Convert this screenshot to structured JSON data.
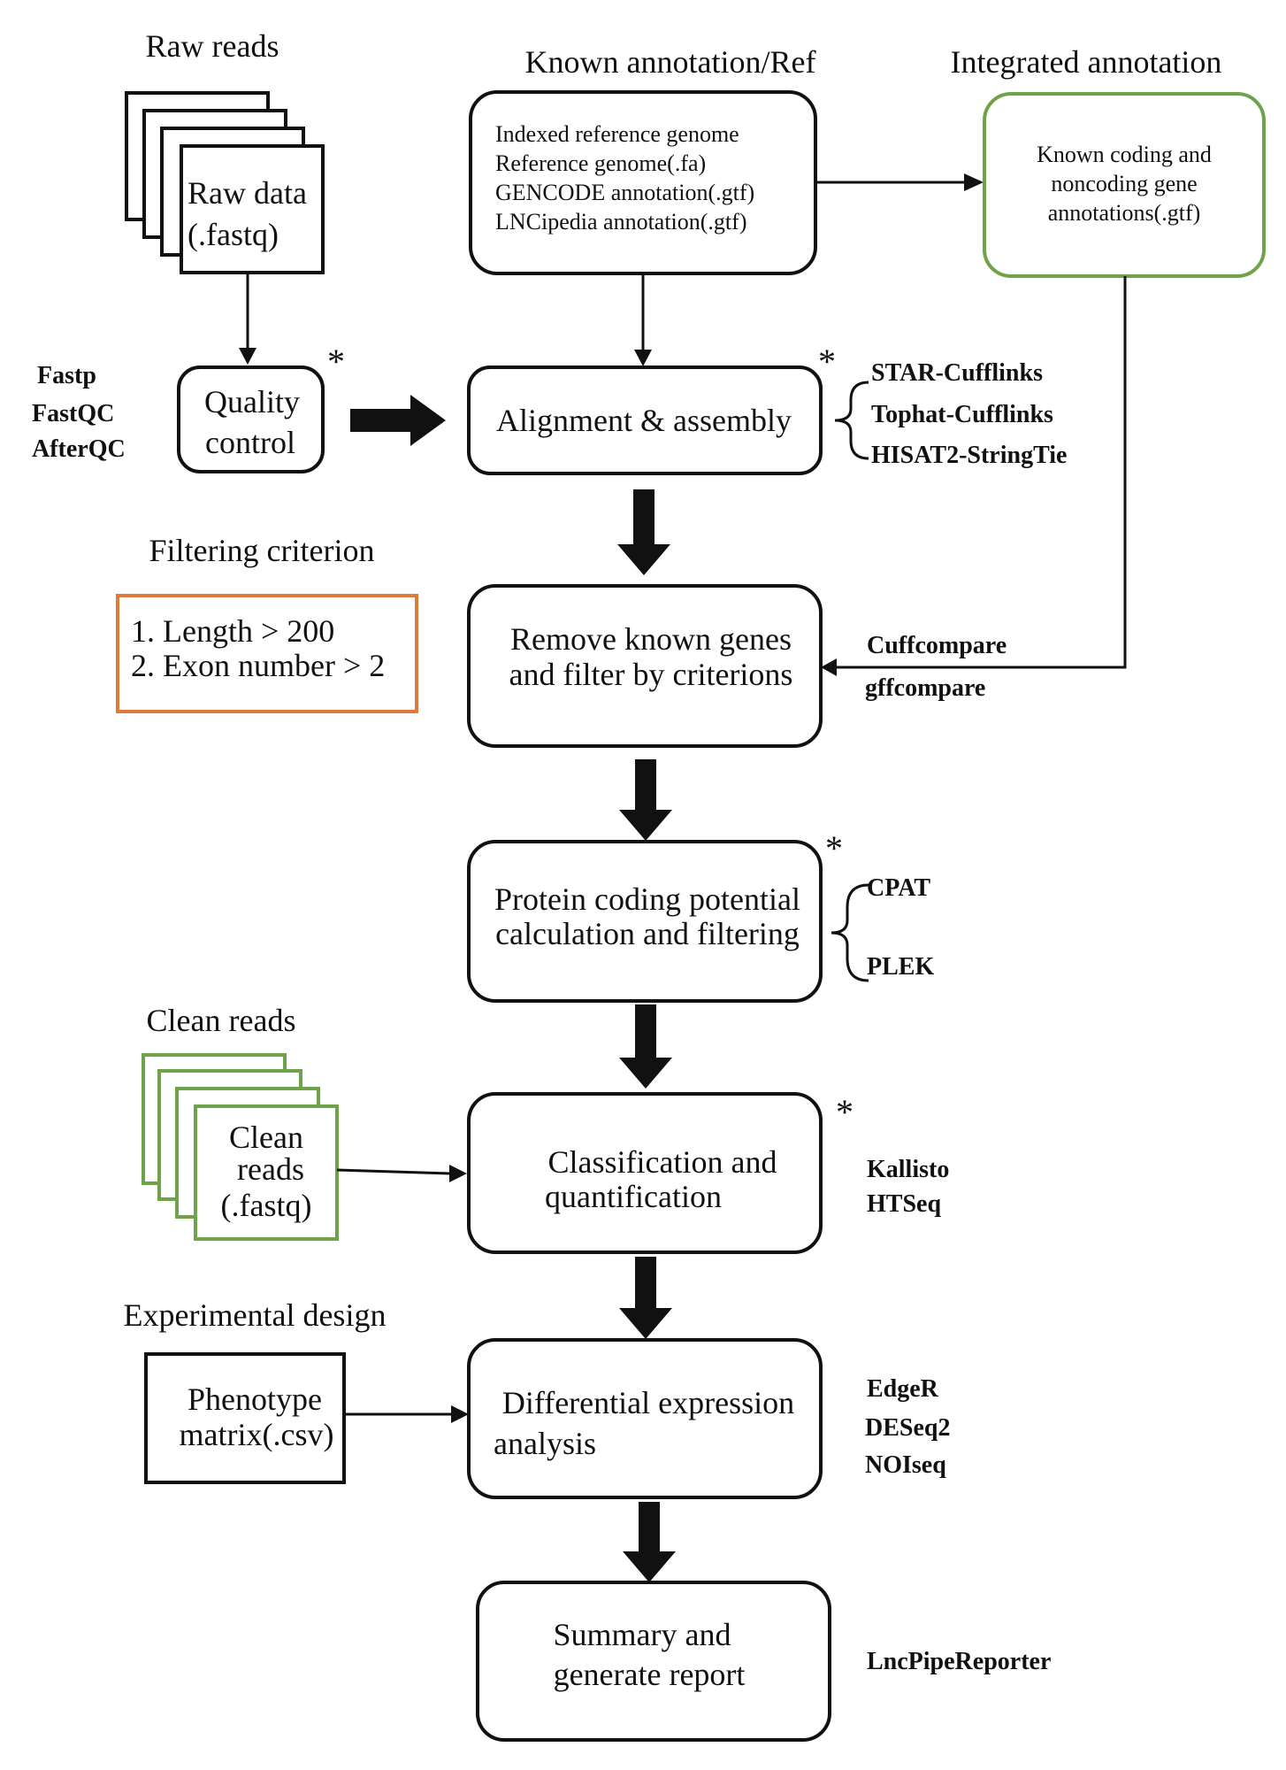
{
  "raw_reads": {
    "heading": "Raw reads",
    "file_label_1": "Raw data",
    "file_label_2": "(.fastq)"
  },
  "known_annotation": {
    "heading": "Known annotation/Ref",
    "lines": [
      "Indexed reference genome",
      "Reference genome(.fa)",
      "GENCODE annotation(.gtf)",
      "LNCipedia  annotation(.gtf)"
    ]
  },
  "integrated_annotation": {
    "heading": "Integrated annotation",
    "lines": [
      "Known coding and",
      "noncoding gene",
      "annotations(.gtf)"
    ]
  },
  "quality_control": {
    "lines": [
      "Quality",
      "control"
    ],
    "tools": [
      "Fastp",
      "FastQC",
      "AfterQC"
    ],
    "marker": "*"
  },
  "alignment": {
    "label": "Alignment & assembly",
    "tools": [
      "STAR-Cufflinks",
      "Tophat-Cufflinks",
      "HISAT2-StringTie"
    ],
    "marker": "*"
  },
  "filtering": {
    "heading": "Filtering criterion",
    "criteria": [
      "1. Length > 200",
      "2. Exon number > 2"
    ]
  },
  "remove_known": {
    "lines": [
      "Remove known genes",
      "and filter by criterions"
    ],
    "tools": [
      "Cuffcompare",
      "gffcompare"
    ]
  },
  "coding_potential": {
    "lines": [
      "Protein coding potential",
      "calculation and filtering"
    ],
    "tools": [
      "CPAT",
      "PLEK"
    ],
    "marker": "*"
  },
  "clean_reads": {
    "heading": "Clean reads",
    "file_lines": [
      "Clean",
      "reads",
      "(.fastq)"
    ]
  },
  "classification": {
    "lines": [
      "Classification and",
      "quantification"
    ],
    "tools": [
      "Kallisto",
      "HTSeq"
    ],
    "marker": "*"
  },
  "experimental_design": {
    "heading": "Experimental design",
    "file_lines": [
      "Phenotype",
      "matrix(.csv)"
    ]
  },
  "differential": {
    "lines": [
      "Differential expression",
      "analysis"
    ],
    "tools": [
      "EdgeR",
      "DESeq2",
      "NOIseq"
    ]
  },
  "summary": {
    "lines": [
      "Summary and",
      "generate report"
    ],
    "tools": [
      "LncPipeReporter"
    ]
  },
  "colors": {
    "green": "#6fa34a",
    "orange": "#e07a3a",
    "ink": "#111111"
  }
}
